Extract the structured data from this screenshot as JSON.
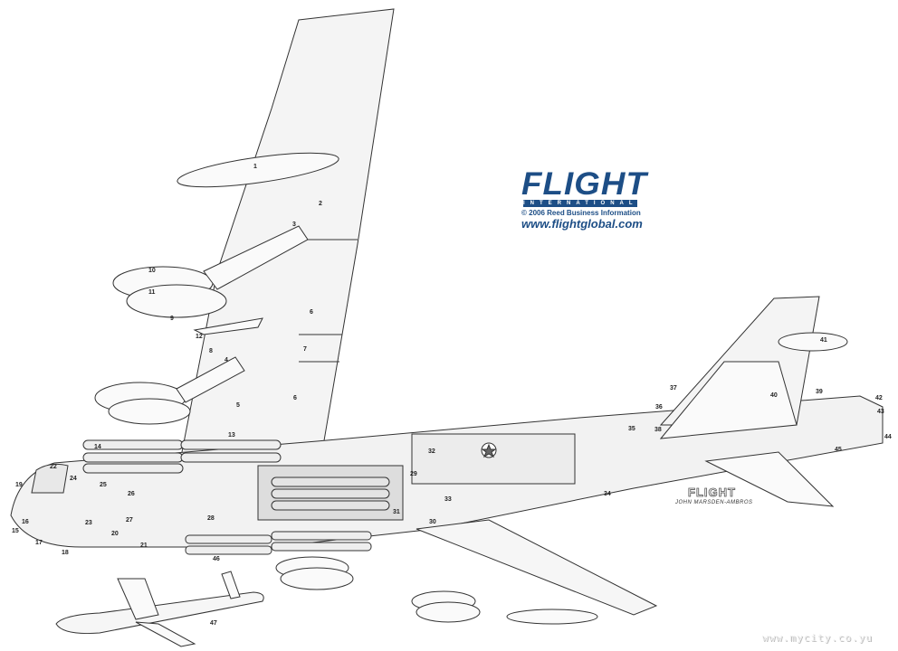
{
  "logo": {
    "word": "FLIGHT",
    "sub": "INTERNATIONAL",
    "copyright": "© 2006 Reed Business Information",
    "website": "www.flightglobal.com",
    "color": "#1d4e86"
  },
  "signature": {
    "mark": "FLIGHT",
    "artist": "JOHN MARSDEN-AMBROS"
  },
  "watermark": "www.mycity.co.yu",
  "callouts": [
    "1",
    "2",
    "3",
    "4",
    "5",
    "6",
    "6",
    "7",
    "8",
    "9",
    "10",
    "11",
    "12",
    "13",
    "14",
    "15",
    "16",
    "17",
    "18",
    "19",
    "20",
    "21",
    "22",
    "23",
    "24",
    "25",
    "26",
    "27",
    "28",
    "29",
    "30",
    "31",
    "32",
    "33",
    "34",
    "35",
    "36",
    "37",
    "38",
    "39",
    "40",
    "41",
    "42",
    "43",
    "44",
    "45",
    "46",
    "47"
  ]
}
